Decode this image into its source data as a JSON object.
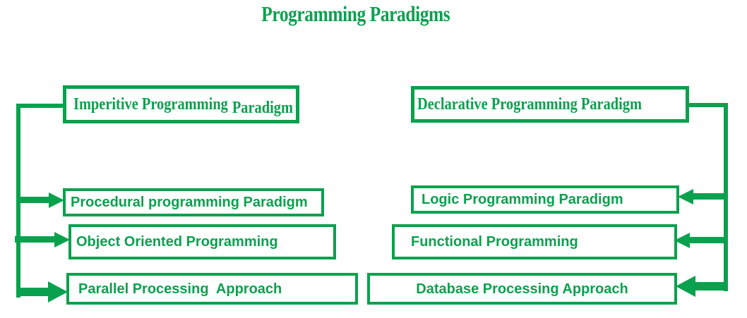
{
  "title": "Programming Paradigms",
  "colors": {
    "accent_green": "#0aa14e",
    "background": "#ffffff"
  },
  "left_branch": {
    "parent_main": "Imperitive Programming",
    "parent_drop": "Paradigm",
    "children": [
      "Procedural programming Paradigm",
      "Object Oriented Programming",
      "Parallel Processing  Approach"
    ]
  },
  "right_branch": {
    "parent": "Declarative Programming Paradigm",
    "children": [
      "Logic Programming Paradigm",
      "Functional Programming",
      "Database Processing Approach"
    ]
  }
}
